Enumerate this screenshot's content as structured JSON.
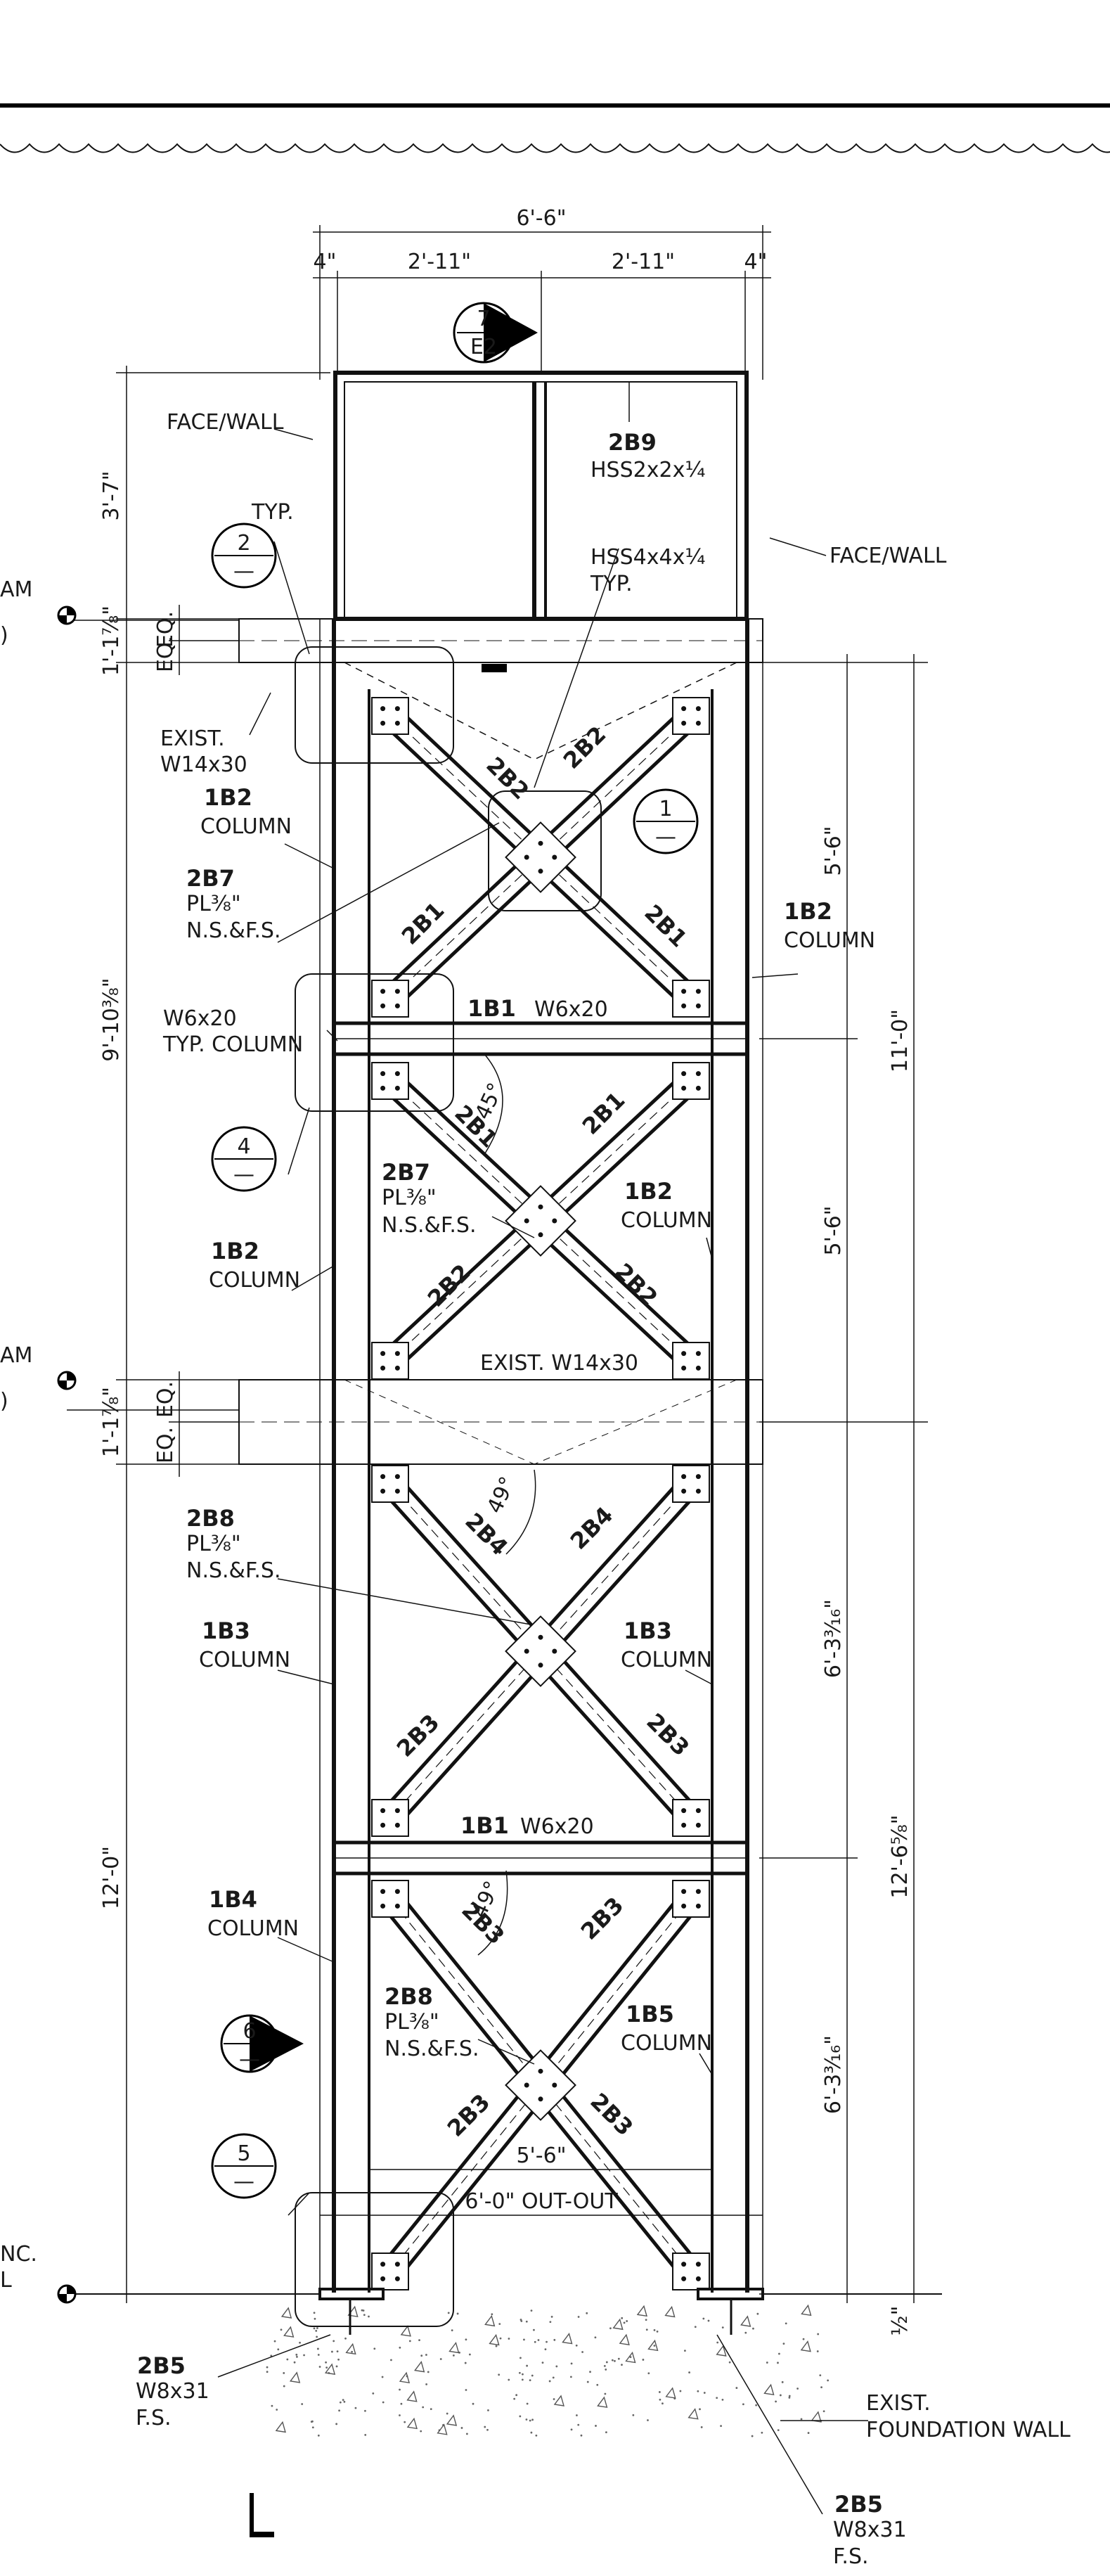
{
  "dimensions": {
    "overall_width": "6'-6\"",
    "edge_left": "4\"",
    "bay_left": "2'-11\"",
    "bay_right": "2'-11\"",
    "edge_right": "4\"",
    "top_guard_height": "3'-7\"",
    "beam_depth_1": "1'-1⅞\"",
    "eq_1a": "EQ.",
    "eq_1b": "EQ.",
    "upper_panel": "9'-10⅜\"",
    "beam_depth_2": "1'-1⅞\"",
    "eq_2a": "EQ.",
    "eq_2b": "EQ.",
    "lower_panel": "12'-0\"",
    "right_upper_a": "5'-6\"",
    "right_upper_total": "11'-0\"",
    "right_upper_b": "5'-6\"",
    "right_lower_a": "6'-3³⁄₁₆\"",
    "right_lower_total": "12'-6⅝\"",
    "right_lower_b": "6'-3³⁄₁₆\"",
    "base_offset": "½\"",
    "inner_width": "5'-6\"",
    "out_out": "6'-0\" OUT-OUT",
    "angle_upper": "45°",
    "angle_mid": "49°",
    "angle_lower": "49°"
  },
  "callouts": {
    "section_7_num": "7",
    "section_7_sheet": "E2",
    "detail_2_num": "2",
    "detail_2_sheet": "—",
    "detail_1_num": "1",
    "detail_1_sheet": "—",
    "detail_4_num": "4",
    "detail_4_sheet": "—",
    "section_6_num": "6",
    "section_6_sheet": "—",
    "detail_5_num": "5",
    "detail_5_sheet": "—"
  },
  "labels": {
    "face_wall_left": "FACE/WALL",
    "face_wall_right": "FACE/WALL",
    "typ_top": "TYP.",
    "mark_2b9": "2B9",
    "hss2": "HSS2x2x¼",
    "hss4": "HSS4x4x¼",
    "typ_hss": "TYP.",
    "exist_left_1": "EXIST.",
    "exist_left_2": "W14x30",
    "col_1b2_a_mark": "1B2",
    "col_1b2_a_text": "COLUMN",
    "mark_2b7_a": "2B7",
    "pl_2b7_a": "PL⅜\"",
    "nsfs_2b7_a": "N.S.&F.S.",
    "w6x20_typ_1": "W6x20",
    "w6x20_typ_2": "TYP. COLUMN",
    "col_1b2_right_mark": "1B2",
    "col_1b2_right_text": "COLUMN",
    "beam_1b1_a_mark": "1B1",
    "beam_1b1_a_size": "W6x20",
    "mark_2b7_b": "2B7",
    "pl_2b7_b": "PL⅜\"",
    "nsfs_2b7_b": "N.S.&F.S.",
    "col_1b2_inner_mark": "1B2",
    "col_1b2_inner_text": "COLUMN",
    "col_1b2_left_mark": "1B2",
    "col_1b2_left_text": "COLUMN",
    "exist_w14x30": "EXIST. W14x30",
    "mark_2b8_a": "2B8",
    "pl_2b8_a": "PL⅜\"",
    "nsfs_2b8_a": "N.S.&F.S.",
    "col_1b3_left_mark": "1B3",
    "col_1b3_left_text": "COLUMN",
    "col_1b3_right_mark": "1B3",
    "col_1b3_right_text": "COLUMN",
    "beam_1b1_b_mark": "1B1",
    "beam_1b1_b_size": "W6x20",
    "col_1b4_mark": "1B4",
    "col_1b4_text": "COLUMN",
    "mark_2b8_b": "2B8",
    "pl_2b8_b": "PL⅜\"",
    "nsfs_2b8_b": "N.S.&F.S.",
    "col_1b5_mark": "1B5",
    "col_1b5_text": "COLUMN",
    "mark_2b5_left": "2B5",
    "w8x31_left": "W8x31",
    "fs_left": "F.S.",
    "mark_2b5_right": "2B5",
    "w8x31_right": "W8x31",
    "fs_right": "F.S.",
    "exist_found_1": "EXIST.",
    "exist_found_2": "FOUNDATION WALL",
    "edge_am_1": "AM",
    "edge_paren_1": ")",
    "edge_am_2": "AM",
    "edge_paren_2": ")",
    "edge_nc": "NC.",
    "edge_l": "L"
  },
  "braces": {
    "b_2b2_ul": "2B2",
    "b_2b2_ur": "2B2",
    "b_2b1_ll": "2B1",
    "b_2b1_lr": "2B1",
    "b_2b1_ul2": "2B1",
    "b_2b1_ur2": "2B1",
    "b_2b2_ll2": "2B2",
    "b_2b2_lr2": "2B2",
    "b_2b4_l": "2B4",
    "b_2b4_r": "2B4",
    "b_2b3_l": "2B3",
    "b_2b3_r": "2B3",
    "b_2b3_ul": "2B3",
    "b_2b3_ur": "2B3",
    "b_2b3_ll": "2B3",
    "b_2b3_lr": "2B3"
  }
}
